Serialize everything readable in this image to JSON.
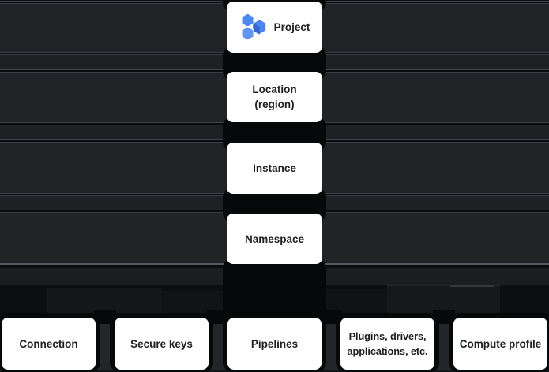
{
  "diagram": {
    "name": "resource-hierarchy",
    "hierarchy": [
      {
        "id": "project",
        "label": "Project",
        "icon": "hexagon-cluster-icon"
      },
      {
        "id": "location",
        "label": "Location (region)"
      },
      {
        "id": "instance",
        "label": "Instance"
      },
      {
        "id": "namespace",
        "label": "Namespace"
      }
    ],
    "namespace_items": [
      {
        "id": "connection",
        "label": "Connection"
      },
      {
        "id": "secure-keys",
        "label": "Secure keys"
      },
      {
        "id": "pipelines",
        "label": "Pipelines"
      },
      {
        "id": "plugins",
        "label": "Plugins, drivers, applications, etc."
      },
      {
        "id": "compute-profile",
        "label": "Compute profile"
      }
    ],
    "colors": {
      "background": "#212327",
      "band_dark": "#1e2023",
      "container_edge_light": "#3f434a",
      "container_edge_dark": "#0a0b0c",
      "namespace_bottom_edge": "#545860",
      "bottom_black_zone": "#0d0e10",
      "bottom_strip": "#232529",
      "connector_black": "#070809",
      "chip_background": "#ffffff",
      "chip_text": "#202124",
      "hexagon_blue_top": "#4d87f1",
      "hexagon_blue_bottom": "#5f95f6",
      "hexagon_blue_right": "#4a85f2",
      "hexagon_blue_shade": "#3567d8"
    }
  }
}
